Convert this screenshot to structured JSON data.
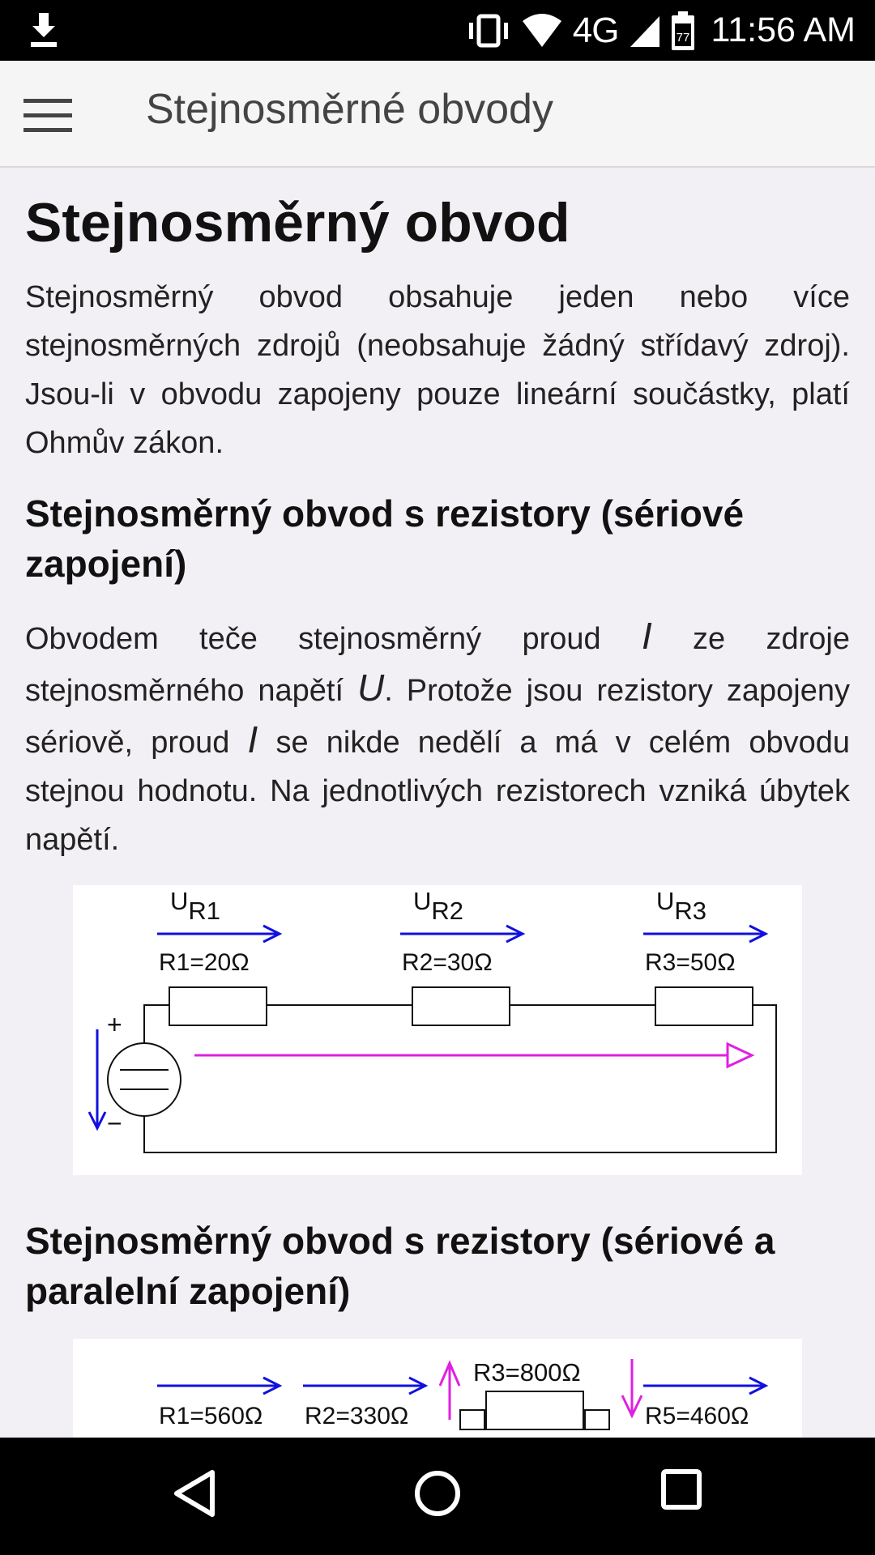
{
  "status_bar": {
    "network": "4G",
    "time": "11:56 AM",
    "calendar_day": "77",
    "icons": [
      "download-icon",
      "vibrate-icon",
      "wifi-icon",
      "signal-icon",
      "battery-icon"
    ]
  },
  "app_bar": {
    "title": "Stejnosměrné obvody",
    "menu_icon": "hamburger-menu-icon"
  },
  "article": {
    "heading": "Stejnosměrný obvod",
    "intro": "Stejnosměrný obvod obsahuje jeden nebo více stejnosměrných zdrojů (neobsahuje žádný střídavý zdroj). Jsou-li v obvodu zapojeny pouze lineární součástky, platí Ohmův zákon.",
    "section1": {
      "heading": "Stejnosměrný obvod s rezistory (sériové zapojení)",
      "text_1": "Obvodem teče stejnosměrný proud ",
      "sym_I": "I",
      "text_2": " ze  zdroje stejnosměrného napětí ",
      "sym_U": "U",
      "text_3": ". Protože jsou rezistory zapojeny sériově, proud ",
      "text_4": " se nikde nedělí a má v celém obvodu stejnou hodnotu. Na jednotlivých rezistorech vzniká úbytek napětí.",
      "diagram": {
        "voltage_labels": [
          "U",
          "U",
          "U"
        ],
        "voltage_subs": [
          "R1",
          "R2",
          "R3"
        ],
        "resistors": [
          "R1=20Ω",
          "R2=30Ω",
          "R3=50Ω"
        ],
        "plus": "+",
        "minus": "−"
      }
    },
    "section2": {
      "heading": "Stejnosměrný obvod s rezistory (sériové a paralelní zapojení)",
      "diagram": {
        "resistors": [
          "R1=560Ω",
          "R2=330Ω",
          "R3=800Ω",
          "R5=460Ω"
        ]
      }
    }
  },
  "nav_bar": {
    "buttons": [
      "back-icon",
      "home-icon",
      "recents-icon"
    ]
  },
  "colors": {
    "voltage_arrow": "#1010e0",
    "current_arrow": "#e020e0",
    "content_bg": "#f2f0f4",
    "app_bar_bg": "#f5f5f5"
  }
}
